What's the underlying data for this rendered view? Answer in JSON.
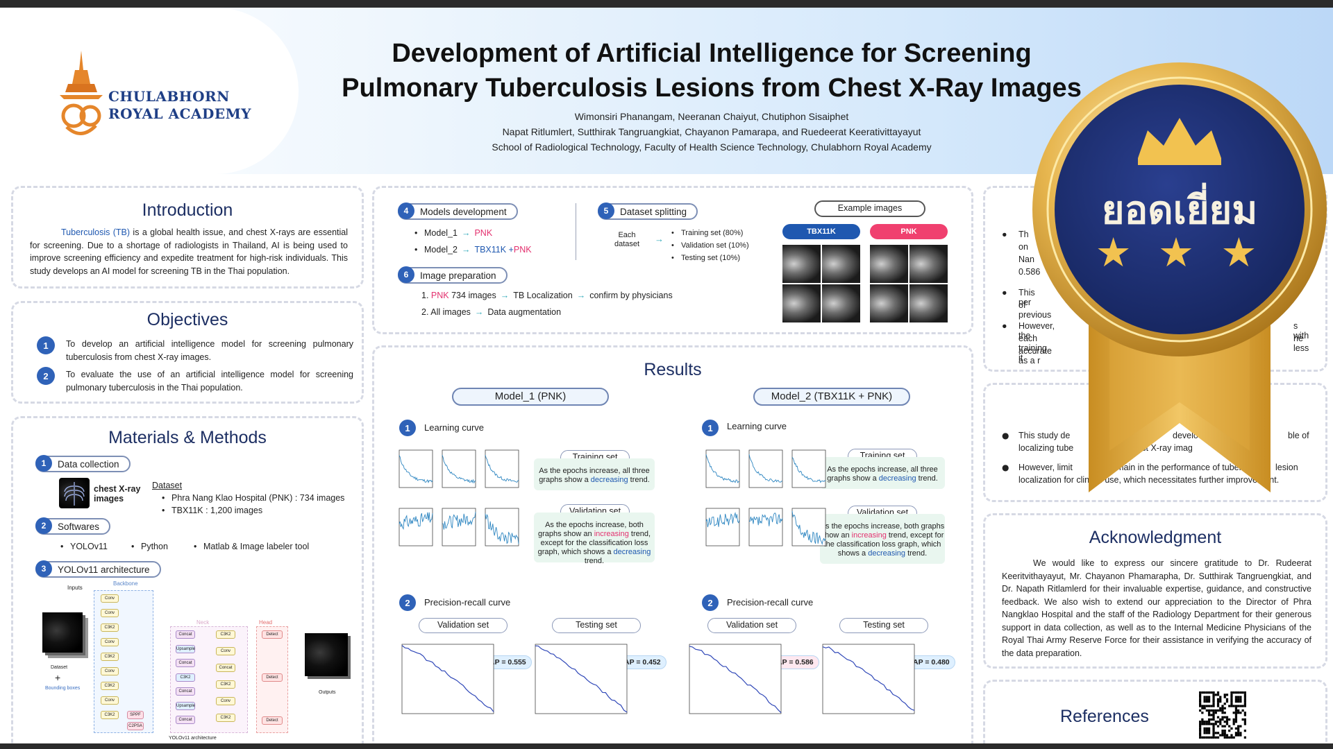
{
  "header": {
    "logo_line1": "CHULABHORN",
    "logo_line2": "ROYAL ACADEMY",
    "title_line1": "Development of Artificial Intelligence for Screening",
    "title_line2": "Pulmonary Tuberculosis Lesions from Chest X-Ray Images",
    "authors_line1": "Wimonsiri Phanangam, Neeranan Chaiyut, Chutiphon Sisaiphet",
    "authors_line2": "Napat Ritlumlert, Sutthirak Tangruangkiat, Chayanon Pamarapa, and Ruedeerat Keerativittayayut",
    "affiliation": "School of Radiological Technology, Faculty of Health Science Technology, Chulabhorn Royal Academy"
  },
  "introduction": {
    "title": "Introduction",
    "term": "Tuberculosis (TB)",
    "text": " is a global health issue, and chest X-rays are essential for screening. Due to a shortage of radiologists in Thailand, AI is being used to improve screening efficiency and expedite treatment for high-risk individuals. This study develops an AI model for screening TB in the Thai population."
  },
  "objectives": {
    "title": "Objectives",
    "items": [
      {
        "num": "1",
        "text": "To develop an artificial intelligence model for screening pulmonary tuberculosis from chest X-ray images."
      },
      {
        "num": "2",
        "text": "To evaluate the use of an artificial intelligence model for screening pulmonary tuberculosis in the Thai population."
      }
    ]
  },
  "methods": {
    "title": "Materials & Methods",
    "data_collection": {
      "num": "1",
      "label": "Data collection",
      "image_caption": "chest X-ray images",
      "dataset_label": "Dataset",
      "items": [
        "Phra Nang Klao Hospital (PNK) : 734 images",
        "TBX11K : 1,200 images"
      ]
    },
    "softwares": {
      "num": "2",
      "label": "Softwares",
      "items": [
        "YOLOv11",
        "Python",
        "Matlab & Image labeler tool"
      ]
    },
    "architecture": {
      "num": "3",
      "label": "YOLOv11 architecture",
      "inputs": "Inputs",
      "backbone": "Backbone",
      "neck": "Neck",
      "head": "Head",
      "dataset": "Dataset",
      "plus": "+",
      "bounding": "Bounding boxes",
      "outputs": "Outputs",
      "caption": "YOLOv11 architecture",
      "backbone_blocks": [
        "Conv",
        "Conv",
        "C3K2",
        "Conv",
        "C3K2",
        "Conv",
        "C3K2",
        "Conv",
        "C3K2"
      ],
      "sppf": "SPPF",
      "c2psa": "C2PSA",
      "neck_left": [
        "Concat",
        "Upsample",
        "Concat",
        "C3K2",
        "Concat",
        "Upsample",
        "Concat"
      ],
      "neck_right": [
        "C3K2",
        "Conv",
        "Concat",
        "C3K2",
        "Conv",
        "C3K2"
      ],
      "head_blocks": [
        "Detect",
        "Detect",
        "Detect"
      ]
    }
  },
  "models": {
    "num": "4",
    "label": "Models development",
    "items": [
      {
        "name": "Model_1",
        "plain": "",
        "pnk": "PNK"
      },
      {
        "name": "Model_2",
        "plain": "TBX11K +",
        "pnk": "PNK"
      }
    ]
  },
  "splitting": {
    "num": "5",
    "label": "Dataset splitting",
    "source": "Each dataset",
    "items": [
      "Training set (80%)",
      "Validation set (10%)",
      "Testing set (10%)"
    ]
  },
  "preparation": {
    "num": "6",
    "label": "Image preparation",
    "step1_num": "1.",
    "step1_pnk": "PNK",
    "step1_a": "734 images",
    "step1_b": "TB Localization",
    "step1_c": "confirm by physicians",
    "step2_num": "2.",
    "step2_a": "All images",
    "step2_b": "Data augmentation"
  },
  "examples": {
    "label": "Example images",
    "tag1": "TBX11K",
    "tag2": "PNK"
  },
  "results": {
    "title": "Results",
    "model1": "Model_1 (PNK)",
    "model2": "Model_2 (TBX11K + PNK)",
    "learning": "Learning curve",
    "pr": "Precision-recall curve",
    "training_set": "Training set",
    "validation_set": "Validation set",
    "testing_set": "Testing set",
    "train_note_a": "As the epochs increase, all three graphs show a ",
    "train_note_b": "decreasing",
    "train_note_c": " trend.",
    "val_note_a": "As the epochs increase, both graphs show an ",
    "val_note_b": "increasing",
    "val_note_c": " trend, except for the classification loss graph, which shows a ",
    "val_note_d": "decreasing",
    "val_note_e": " trend.",
    "ap": {
      "m1_val": "AP = 0.555",
      "m1_test": "AP = 0.452",
      "m2_val": "AP = 0.586",
      "m2_test": "AP = 0.480"
    }
  },
  "right_panels": {
    "bullets_top": [
      "Th",
      "on",
      "Nan",
      "0.586",
      "This per",
      "of previous",
      "However, the",
      "each training it",
      "accurate as a r",
      "s with",
      "he less"
    ],
    "conclusion_1a": "This study de",
    "conclusion_1b": "localizing tube",
    "conclusion_1c": "develo",
    "conclusion_1d": "ble of",
    "conclusion_1e": "s on chest X-ray imag",
    "conclusion_2a": "However, limit",
    "conclusion_2b": "localization for clinical use, which necessitates further improvement.",
    "conclusion_2c": "remain in the performance of tuber",
    "conclusion_2d": "lesion"
  },
  "acknowledgment": {
    "title": "Acknowledgment",
    "text": "We would like to express our sincere gratitude to Dr. Rudeerat Keeritvithayayut, Mr. Chayanon Phamarapha, Dr. Sutthirak Tangruengkiat, and Dr. Napath Ritlamlerd for their invaluable expertise, guidance, and constructive feedback. We also wish to extend our appreciation to the Director of Phra Nangklao Hospital and the staff of the Radiology Department for their generous support in data collection, as well as to the Internal Medicine Physicians of the Royal Thai Army Reserve Force for their assistance in verifying the accuracy of the data preparation."
  },
  "references": {
    "title": "References"
  },
  "medal": {
    "text": "ยอดเยี่ยม",
    "stars": "★ ★ ★"
  },
  "colors": {
    "navy": "#1d2f63",
    "accent_blue": "#2f62b8",
    "pink": "#e3306e",
    "gold": "#d9a63a",
    "medal_navy": "#1b2c6b"
  }
}
